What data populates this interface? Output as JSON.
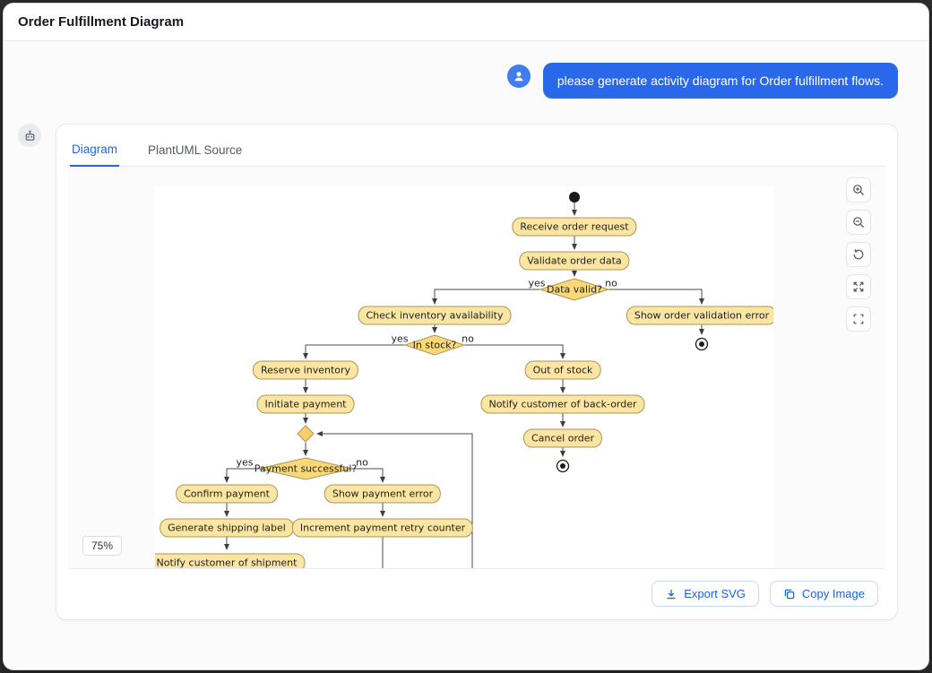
{
  "window": {
    "title": "Order Fulfillment Diagram"
  },
  "chat": {
    "user_message": "please generate activity diagram for Order fulfillment flows."
  },
  "panel": {
    "tabs": [
      {
        "label": "Diagram",
        "active": true
      },
      {
        "label": "PlantUML Source",
        "active": false
      }
    ],
    "zoom_badge": "75%",
    "zoom_controls": [
      "zoom-in-icon",
      "zoom-out-icon",
      "reset-view-icon",
      "expand-icon",
      "fit-view-icon"
    ],
    "actions": {
      "export_svg": "Export SVG",
      "copy_image": "Copy Image"
    }
  },
  "diagram": {
    "type": "activity",
    "nodes": {
      "receive": "Receive order request",
      "validate": "Validate order data",
      "check_inventory": "Check inventory availability",
      "show_validation_error": "Show order validation error",
      "reserve": "Reserve inventory",
      "out_of_stock": "Out of stock",
      "initiate_payment": "Initiate payment",
      "notify_backorder": "Notify customer of back-order",
      "cancel_order": "Cancel order",
      "confirm_payment": "Confirm payment",
      "show_payment_error": "Show payment error",
      "generate_label": "Generate shipping label",
      "increment_retry": "Increment payment retry counter",
      "notify_shipment": "Notify customer of shipment"
    },
    "decisions": {
      "data_valid": {
        "label": "Data valid?",
        "yes_label": "yes",
        "no_label": "no"
      },
      "in_stock": {
        "label": "In stock?",
        "yes_label": "yes",
        "no_label": "no"
      },
      "payment_successful": {
        "label": "Payment successful?",
        "yes_label": "yes",
        "no_label": "no"
      }
    },
    "edges": [
      {
        "from": "start",
        "to": "Receive order request"
      },
      {
        "from": "Receive order request",
        "to": "Validate order data"
      },
      {
        "from": "Validate order data",
        "to": "Data valid?"
      },
      {
        "from": "Data valid?",
        "to": "Check inventory availability",
        "label": "yes"
      },
      {
        "from": "Data valid?",
        "to": "Show order validation error",
        "label": "no"
      },
      {
        "from": "Show order validation error",
        "to": "end"
      },
      {
        "from": "Check inventory availability",
        "to": "In stock?"
      },
      {
        "from": "In stock?",
        "to": "Reserve inventory",
        "label": "yes"
      },
      {
        "from": "In stock?",
        "to": "Out of stock",
        "label": "no"
      },
      {
        "from": "Reserve inventory",
        "to": "Initiate payment"
      },
      {
        "from": "Initiate payment",
        "to": "merge"
      },
      {
        "from": "merge",
        "to": "Payment successful?"
      },
      {
        "from": "Payment successful?",
        "to": "Confirm payment",
        "label": "yes"
      },
      {
        "from": "Payment successful?",
        "to": "Show payment error",
        "label": "no"
      },
      {
        "from": "Confirm payment",
        "to": "Generate shipping label"
      },
      {
        "from": "Generate shipping label",
        "to": "Notify customer of shipment"
      },
      {
        "from": "Show payment error",
        "to": "Increment payment retry counter"
      },
      {
        "from": "Increment payment retry counter",
        "to": "merge"
      },
      {
        "from": "Out of stock",
        "to": "Notify customer of back-order"
      },
      {
        "from": "Notify customer of back-order",
        "to": "Cancel order"
      },
      {
        "from": "Cancel order",
        "to": "end"
      }
    ]
  }
}
